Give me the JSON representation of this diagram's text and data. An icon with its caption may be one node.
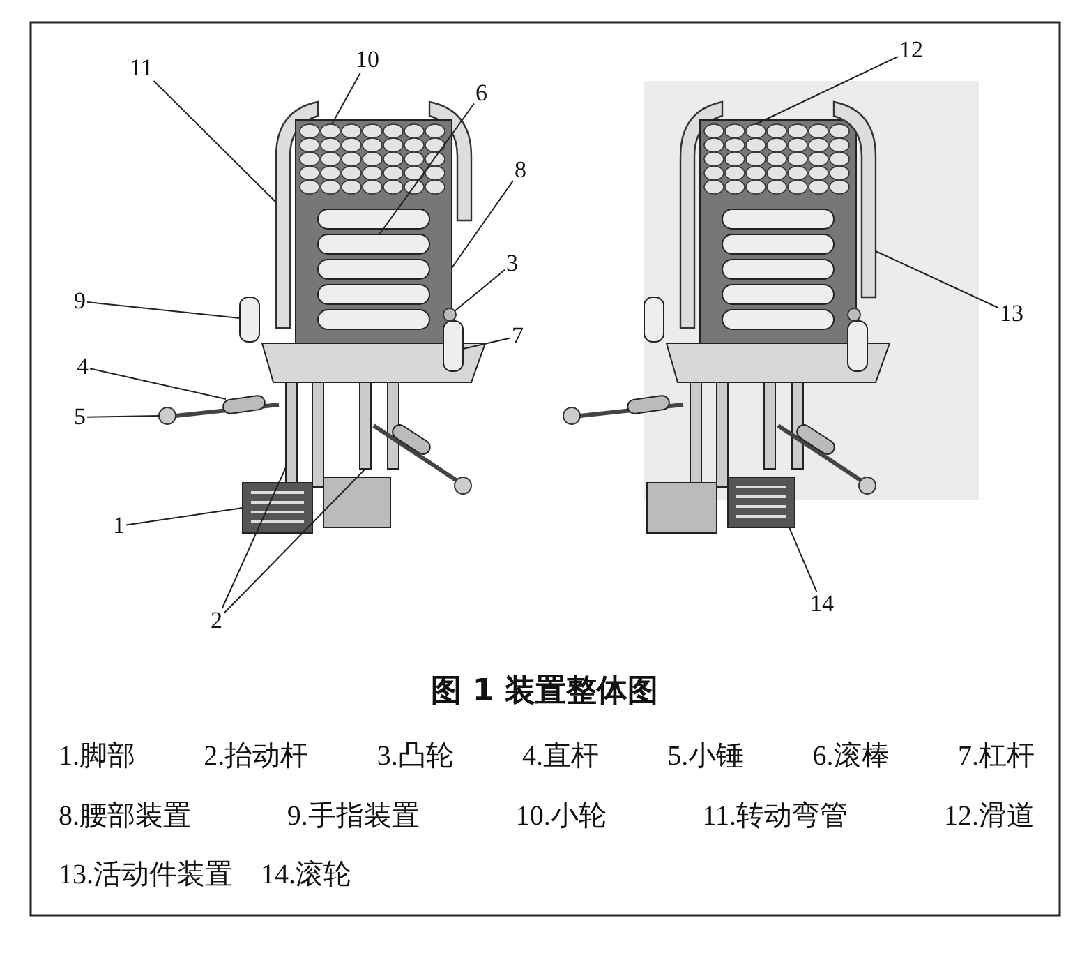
{
  "diagram": {
    "caption": "图 1 装置整体图",
    "nodes": [
      {
        "text": [
          "11"
        ]
      },
      {
        "text": [
          "10"
        ]
      },
      {
        "text": [
          "6"
        ]
      },
      {
        "text": [
          "8"
        ]
      },
      {
        "text": [
          "9"
        ]
      },
      {
        "text": [
          "3"
        ]
      },
      {
        "text": [
          "7"
        ]
      },
      {
        "text": [
          "4"
        ]
      },
      {
        "text": [
          "5"
        ]
      },
      {
        "text": [
          "1"
        ]
      },
      {
        "text": [
          "2"
        ]
      },
      {
        "text": [
          "12"
        ]
      },
      {
        "text": [
          "13"
        ]
      },
      {
        "text": [
          "14"
        ]
      },
      {
        "text": [],
        "shape": "tube"
      },
      {
        "text": [],
        "shape": "box"
      },
      {
        "text": [],
        "shape": "picture",
        "in": 15
      },
      {
        "text": [],
        "shape": "picture",
        "in": 15
      },
      {
        "text": [],
        "shape": "bar"
      },
      {
        "text": [],
        "shape": "circle"
      },
      {
        "text": [],
        "shape": "bar"
      },
      {
        "text": [],
        "shape": "bar"
      },
      {
        "text": [],
        "shape": "circle"
      },
      {
        "text": [],
        "shape": "box"
      },
      {
        "text": [],
        "shape": "bar"
      },
      {
        "text": [],
        "shape": "bar"
      },
      {
        "text": [],
        "shape": "picture"
      },
      {
        "text": [],
        "shape": "tube"
      },
      {
        "text": [],
        "shape": "box"
      }
    ],
    "edges": [
      {
        "from": 0,
        "to": 14,
        "arrow": "none"
      },
      {
        "from": 1,
        "to": 16,
        "arrow": "none"
      },
      {
        "from": 2,
        "to": 17,
        "arrow": "none"
      },
      {
        "from": 3,
        "to": 15,
        "arrow": "none"
      },
      {
        "from": 4,
        "to": 18,
        "arrow": "none"
      },
      {
        "from": 5,
        "to": 19,
        "arrow": "none"
      },
      {
        "from": 6,
        "to": 20,
        "arrow": "none"
      },
      {
        "from": 7,
        "to": 21,
        "arrow": "none"
      },
      {
        "from": 8,
        "to": 22,
        "arrow": "none"
      },
      {
        "from": 9,
        "to": 23,
        "arrow": "none"
      },
      {
        "from": 10,
        "to": 24,
        "arrow": "none"
      },
      {
        "from": 10,
        "to": 25,
        "arrow": "none"
      },
      {
        "from": 11,
        "to": 26,
        "arrow": "none"
      },
      {
        "from": 12,
        "to": 27,
        "arrow": "none"
      },
      {
        "from": 13,
        "to": 28,
        "arrow": "none"
      }
    ],
    "labels": [
      "1.脚部",
      "2.抬动杆",
      "3.凸轮",
      "4.直杆",
      "5.小锤",
      "6.滚棒",
      "7.杠杆",
      "8.腰部装置",
      "9.手指装置",
      "10.小轮",
      "11.转动弯管",
      "12.滑道",
      "13.活动件装置",
      "14.滚轮"
    ]
  }
}
